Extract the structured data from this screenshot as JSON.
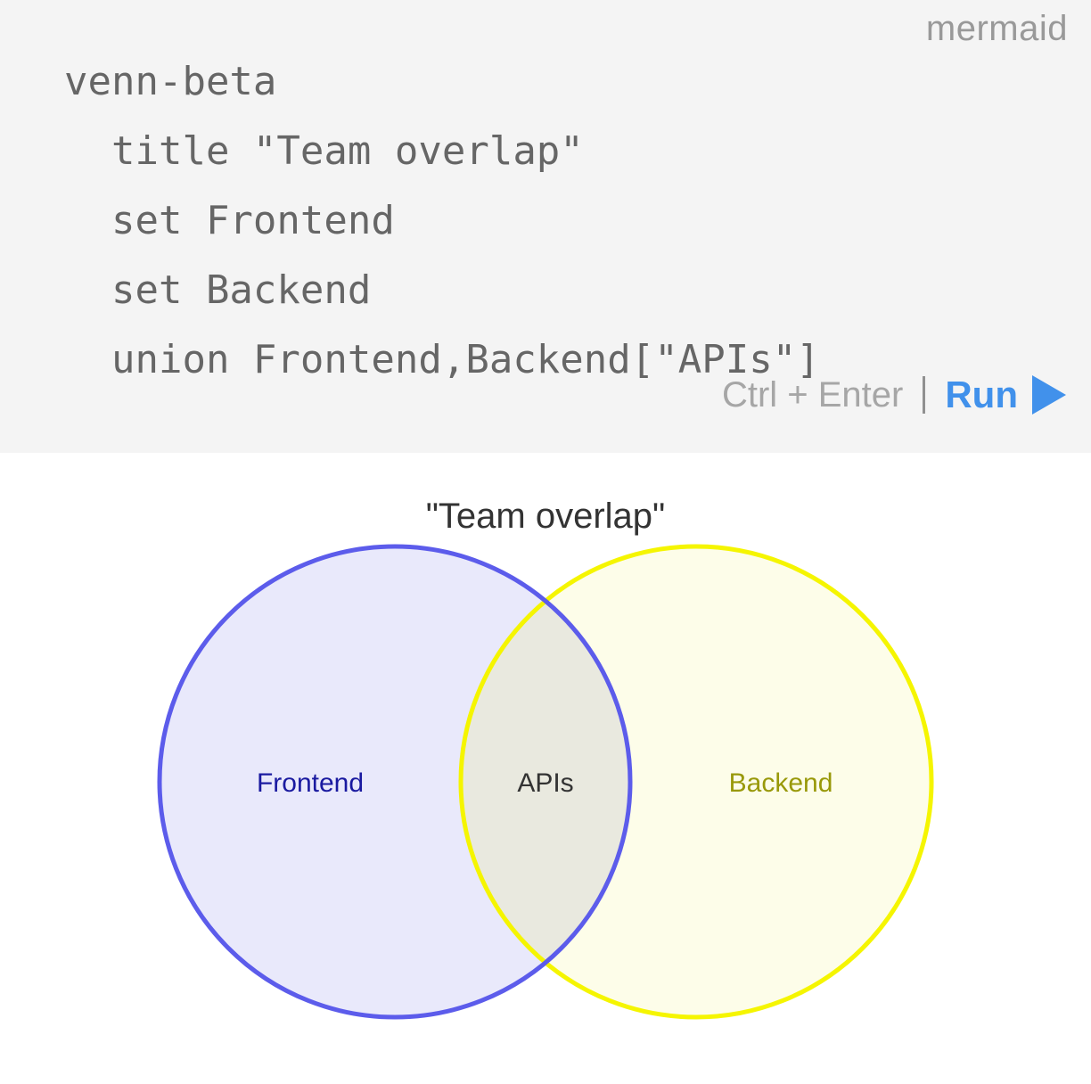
{
  "editor": {
    "brand": "mermaid",
    "code": "venn-beta\n  title \"Team overlap\"\n  set Frontend\n  set Backend\n  union Frontend,Backend[\"APIs\"]",
    "shortcut_hint": "Ctrl + Enter",
    "divider": "|",
    "run_label": "Run",
    "run_icon": "play-triangle-icon"
  },
  "diagram": {
    "type": "venn",
    "title": "\"Team overlap\"",
    "sets": {
      "a": {
        "label": "Frontend"
      },
      "b": {
        "label": "Backend"
      }
    },
    "intersection": {
      "label": "APIs"
    }
  },
  "colors": {
    "panel_bg": "#f4f4f4",
    "code_text": "#666666",
    "brand_text": "#999999",
    "hint_text": "#a6a6a6",
    "run_blue": "#4191eb",
    "title_text": "#333333",
    "set_a_stroke": "#5c5ceb",
    "set_a_fill": "#e9e9fb",
    "set_a_label": "#1a1aa0",
    "set_b_stroke": "#f5f500",
    "set_b_fill": "#fdfde9",
    "set_b_label": "#99990a",
    "intersection_fill": "#e9e9df",
    "intersection_label": "#333333"
  }
}
